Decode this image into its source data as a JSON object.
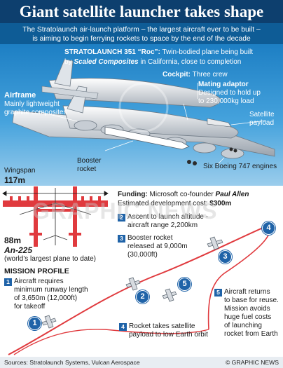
{
  "title": "Giant satellite launcher takes shape",
  "intro": {
    "line1": "The Stratolaunch air-launch platform – the largest aircraft ever to be built –",
    "line2": "is aiming to begin ferrying rockets to space by the end of the decade"
  },
  "subhead": {
    "label": "STRATOLAUNCH 351 “Roc”:",
    "text1": "Twin-bodied plane being built",
    "text2_pre": "by",
    "builder": "Scaled Composites",
    "text2_post": "in California, close to completion"
  },
  "callouts": {
    "cockpit_label": "Cockpit:",
    "cockpit_text": "Three crew",
    "mating_label": "Mating adaptor",
    "mating_line1": "Designed to hold up",
    "mating_line2": "to 230,000kg load",
    "airframe_label": "Airframe",
    "airframe_line1": "Mainly lightweight",
    "airframe_line2": "graphite composites",
    "satellite_line1": "Satellite",
    "satellite_line2": "payload",
    "booster_line1": "Booster",
    "booster_line2": "rocket",
    "engines": "Six Boeing 747 engines"
  },
  "comparison": {
    "wingspan_label": "Wingspan",
    "wingspan_value": "117m",
    "an_length": "88m",
    "an_name": "An-225",
    "an_note": "(world’s largest plane to date)"
  },
  "funding": {
    "label": "Funding:",
    "text_pre": "Microsoft co-founder",
    "person": "Paul Allen",
    "line2_pre": "Estimated development cost:",
    "cost": "$300m"
  },
  "mission": {
    "heading": "MISSION PROFILE",
    "step1": {
      "num": "1",
      "lines": [
        "Aircraft requires",
        "minimum runway length",
        "of 3,650m (12,000ft)",
        "for takeoff"
      ]
    },
    "step2": {
      "num": "2",
      "lines": [
        "Ascent to launch altitude -",
        "aircraft range 2,200km"
      ]
    },
    "step3": {
      "num": "3",
      "lines": [
        "Booster rocket",
        "released at 9,000m",
        "(30,000ft)"
      ]
    },
    "step4": {
      "num": "4",
      "lines": [
        "Rocket takes satellite",
        "payload to low Earth orbit"
      ]
    },
    "step5": {
      "num": "5",
      "lines": [
        "Aircraft returns",
        "to base for reuse.",
        "Mission avoids",
        "huge fuel costs",
        "of launching",
        "rocket from Earth"
      ]
    }
  },
  "watermark": "GRAPHIC NEWS",
  "footer": {
    "sources": "Sources: Stratolaunch Systems, Vulcan Aerospace",
    "credit": "© GRAPHIC NEWS"
  },
  "colors": {
    "title_bar": "#0d3f6e",
    "intro_bar": "#0e5c96",
    "sky_top": "#1d7fc4",
    "accent_red": "#e03a3e",
    "step_blue": "#1f63a8"
  }
}
